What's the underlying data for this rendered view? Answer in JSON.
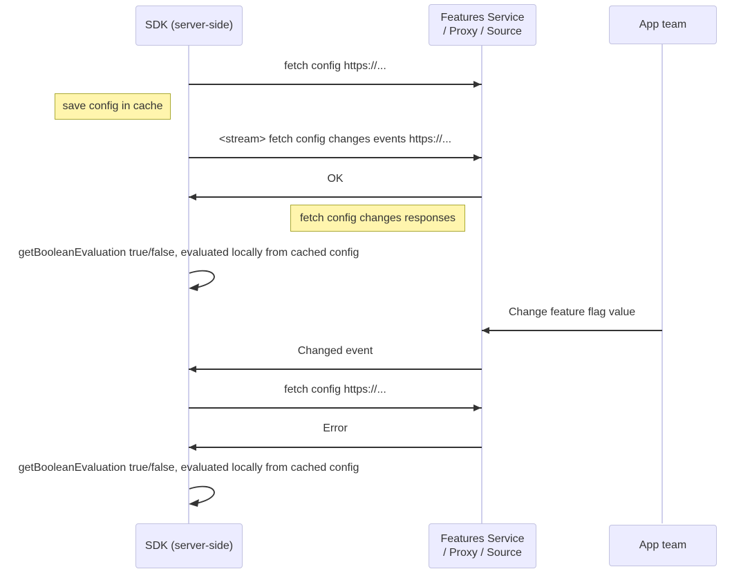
{
  "diagram": {
    "type": "sequence",
    "actors": [
      {
        "label": "SDK (server-side)"
      },
      {
        "label": "Features Service / Proxy / Source",
        "line1": "Features Service",
        "line2": "/ Proxy / Source"
      },
      {
        "label": "App team"
      }
    ],
    "messages": [
      {
        "label": "fetch config https://...",
        "from": "SDK (server-side)",
        "to": "Features Service / Proxy / Source",
        "arrow": "solid-right"
      },
      {
        "label": "<stream> fetch config changes events https://...",
        "from": "SDK (server-side)",
        "to": "Features Service / Proxy / Source",
        "arrow": "solid-right"
      },
      {
        "label": "OK",
        "from": "Features Service / Proxy / Source",
        "to": "SDK (server-side)",
        "arrow": "solid-left"
      },
      {
        "label": "getBooleanEvaluation true/false, evaluated locally from cached config",
        "from": "SDK (server-side)",
        "to": "SDK (server-side)",
        "arrow": "self-loop"
      },
      {
        "label": "Change feature flag value",
        "from": "App team",
        "to": "Features Service / Proxy / Source",
        "arrow": "solid-left"
      },
      {
        "label": "Changed event",
        "from": "Features Service / Proxy / Source",
        "to": "SDK (server-side)",
        "arrow": "solid-left"
      },
      {
        "label": "fetch config https://...",
        "from": "SDK (server-side)",
        "to": "Features Service / Proxy / Source",
        "arrow": "solid-right"
      },
      {
        "label": "Error",
        "from": "Features Service / Proxy / Source",
        "to": "SDK (server-side)",
        "arrow": "solid-left"
      },
      {
        "label": "getBooleanEvaluation true/false, evaluated locally from cached config",
        "from": "SDK (server-side)",
        "to": "SDK (server-side)",
        "arrow": "self-loop"
      }
    ],
    "notes": [
      {
        "label": "save config in cache",
        "position": "left of SDK (server-side)"
      },
      {
        "label": "fetch config changes responses",
        "position": "left of Features Service / Proxy / Source"
      }
    ]
  },
  "colors": {
    "actor_fill": "#ECECFF",
    "actor_border": "#c2c2e0",
    "note_fill": "#FFF5AD",
    "note_border": "#AAAA33",
    "line": "#333333",
    "lifeline": "#cfcfec",
    "text": "#333333",
    "background": "#ffffff"
  }
}
